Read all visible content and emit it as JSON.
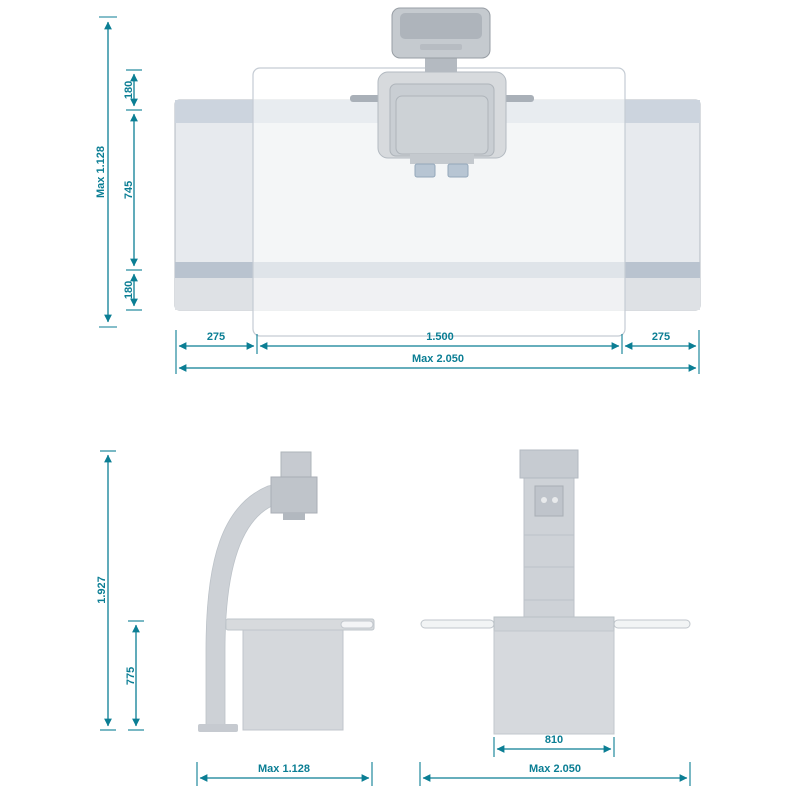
{
  "accent_color": "#0b7e94",
  "top_view": {
    "height_max": "Max 1.128",
    "offset_top": "180",
    "center_height": "745",
    "offset_bottom": "180",
    "overhang_left": "275",
    "tabletop_length": "1.500",
    "overhang_right": "275",
    "length_max": "Max 2.050"
  },
  "front_view": {
    "height_max": "1.927",
    "table_height": "775",
    "width_max": "Max 1.128"
  },
  "side_view": {
    "base_width": "810",
    "length_max": "Max 2.050"
  }
}
